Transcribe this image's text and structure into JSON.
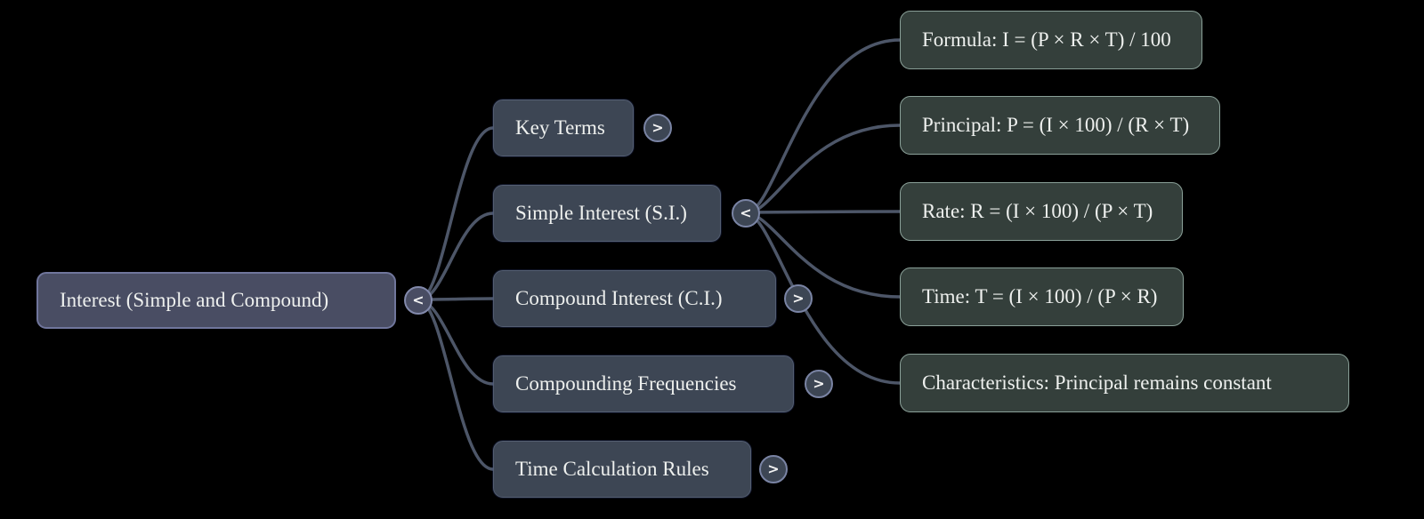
{
  "colors": {
    "background": "#000000",
    "root_fill": "#494d63",
    "root_border": "#70769c",
    "branch_fill": "#3d4654",
    "branch_border": "#545e71",
    "leaf_fill": "#343f3b",
    "leaf_border": "#8ba199",
    "edge": "#4d5668",
    "text": "#eef0ee"
  },
  "root": {
    "label": "Interest (Simple and Compound)",
    "toggle": "<"
  },
  "branches": [
    {
      "label": "Key Terms",
      "toggle": ">"
    },
    {
      "label": "Simple Interest (S.I.)",
      "toggle": "<",
      "children": [
        {
          "label": "Formula: I = (P × R × T) / 100"
        },
        {
          "label": "Principal: P = (I × 100) / (R × T)"
        },
        {
          "label": "Rate: R = (I × 100) / (P × T)"
        },
        {
          "label": "Time: T = (I × 100) / (P × R)"
        },
        {
          "label": "Characteristics: Principal remains constant"
        }
      ]
    },
    {
      "label": "Compound Interest (C.I.)",
      "toggle": ">"
    },
    {
      "label": "Compounding Frequencies",
      "toggle": ">"
    },
    {
      "label": "Time Calculation Rules",
      "toggle": ">"
    }
  ]
}
